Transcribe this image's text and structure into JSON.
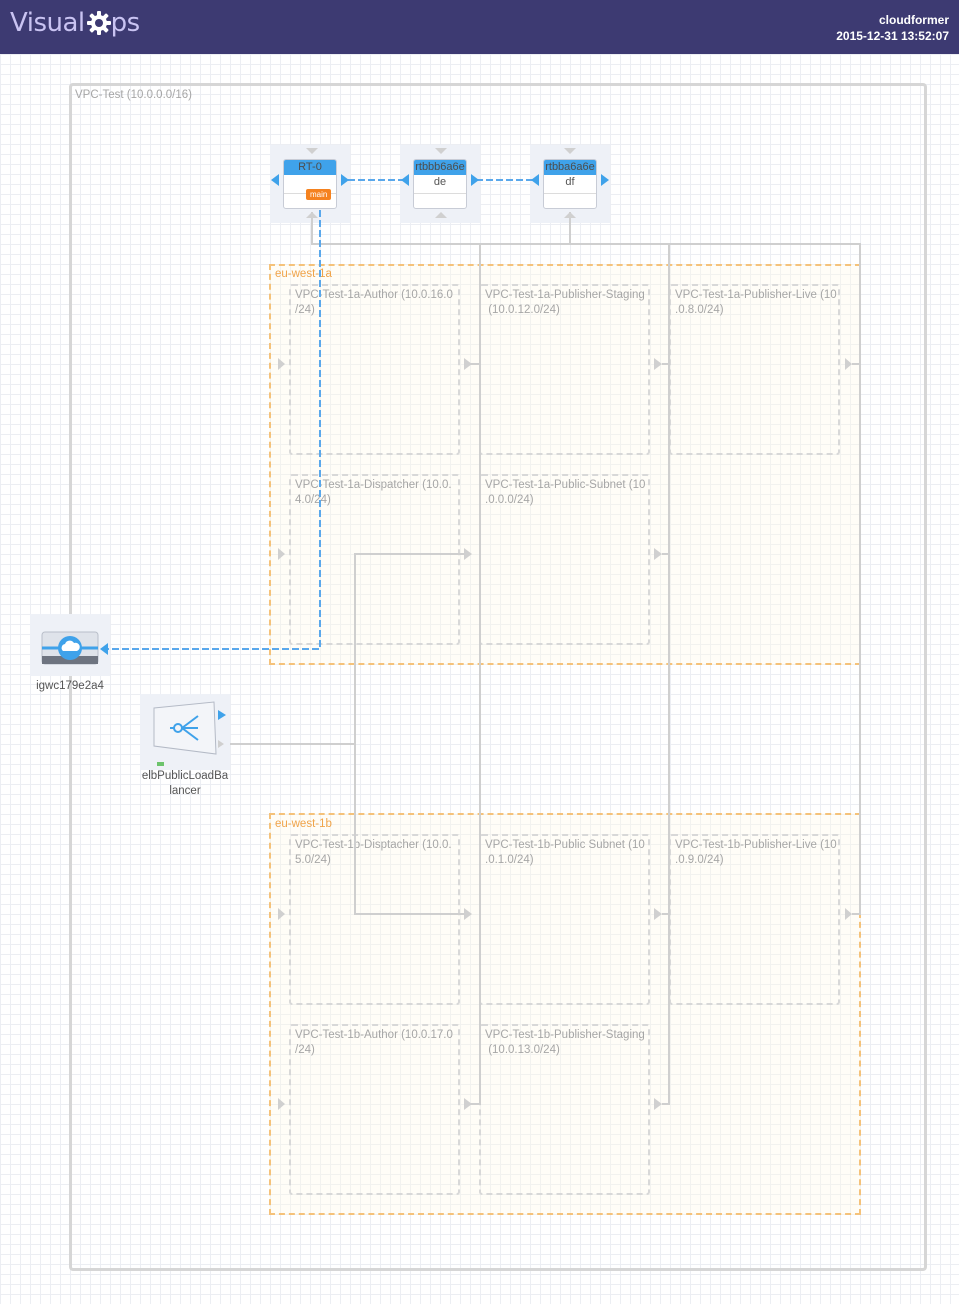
{
  "header": {
    "logo_text_left": "Visual",
    "logo_text_right": "ps",
    "username": "cloudformer",
    "timestamp": "2015-12-31 13:52:07"
  },
  "vpc": {
    "label": "VPC-Test (10.0.0.0/16)"
  },
  "route_tables": [
    {
      "name": "RT-0",
      "sub": "",
      "badge": "main"
    },
    {
      "name": "rtbbb6a6e",
      "sub": "de",
      "badge": ""
    },
    {
      "name": "rtbba6a6e",
      "sub": "df",
      "badge": ""
    }
  ],
  "zones": [
    {
      "name": "eu-west-1a",
      "subnets": [
        "VPC-Test-1a-Author (10.0.16.0\n/24)",
        "VPC-Test-1a-Publisher-Staging\n (10.0.12.0/24)",
        "VPC-Test-1a-Publisher-Live (10\n.0.8.0/24)",
        "VPC-Test-1a-Dispatcher (10.0.\n4.0/24)",
        "VPC-Test-1a-Public-Subnet (10\n.0.0.0/24)"
      ]
    },
    {
      "name": "eu-west-1b",
      "subnets": [
        "VPC-Test-1b-Disptacher (10.0.\n5.0/24)",
        "VPC-Test-1b-Public Subnet (10\n.0.1.0/24)",
        "VPC-Test-1b-Publisher-Live (10\n.0.9.0/24)",
        "VPC-Test-1b-Author (10.0.17.0\n/24)",
        "VPC-Test-1b-Publisher-Staging\n (10.0.13.0/24)"
      ]
    }
  ],
  "igw": {
    "label": "igwc179e2a4"
  },
  "elb": {
    "label": "elbPublicLoadBa\nlancer"
  },
  "colors": {
    "header": "#3d3a72",
    "accent_blue": "#3fa2ea",
    "zone_orange": "#f5c27a",
    "badge_orange": "#f5821f",
    "wire": "#cfcfcf",
    "wire_blue": "#5aa8ec"
  }
}
